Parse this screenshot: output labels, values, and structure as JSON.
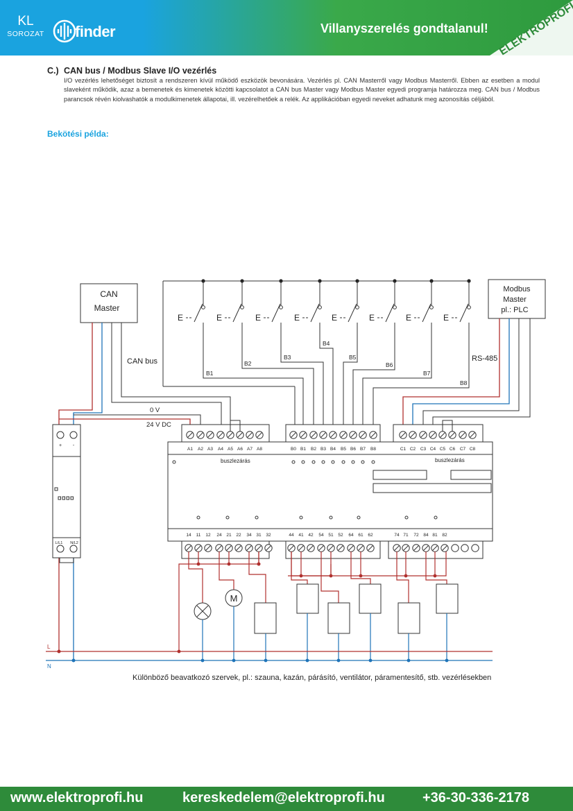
{
  "header": {
    "series_code": "KL",
    "series_label": "SOROZAT",
    "brand": "finder",
    "slogan": "Villanyszerelés gondtalanul!",
    "stamp_text": "ELEKTROPROFI"
  },
  "section": {
    "number": "C.)",
    "title": "CAN bus / Modbus Slave I/O vezérlés",
    "body": "I/O vezérlés lehetőséget biztosít a rendszeren kívül működő eszközök bevonására. Vezérlés pl. CAN Masterről vagy Modbus Masterről. Ebben az esetben a modul slaveként működik, azaz a bemenetek és kimenetek közötti kapcsolatot a CAN bus Master vagy Modbus Master egyedi programja határozza meg. CAN bus / Modbus parancsok révén kiolvashatók a modulkimenetek állapotai, ill. vezérelhetőek a relék. Az applikációban egyedi neveket adhatunk meg azonosítás céljából."
  },
  "example_heading": "Bekötési példa:",
  "diagram": {
    "can_master": [
      "CAN",
      "Master"
    ],
    "modbus_master": [
      "Modbus",
      "Master",
      "pl.: PLC"
    ],
    "can_bus_label": "CAN bus",
    "rs485_label": "RS-485",
    "v0_label": "0 V",
    "v24_label": "24 V DC",
    "switch_symbol": "E",
    "bus_labels": [
      "B1",
      "B2",
      "B3",
      "B4",
      "B5",
      "B6",
      "B7",
      "B8"
    ],
    "a_terminals": [
      "A1",
      "A2",
      "A3",
      "A4",
      "A5",
      "A6",
      "A7",
      "A8"
    ],
    "b_terminals": [
      "B0",
      "B1",
      "B2",
      "B3",
      "B4",
      "B5",
      "B6",
      "B7",
      "B8"
    ],
    "c_terminals": [
      "C1",
      "C2",
      "C3",
      "C4",
      "C5",
      "C6",
      "C7",
      "C8"
    ],
    "termination_label": "buszlezárás",
    "out_group1": [
      "14",
      "11",
      "12",
      "24",
      "21",
      "22",
      "34",
      "31",
      "32"
    ],
    "out_group2": [
      "44",
      "41",
      "42",
      "54",
      "51",
      "52",
      "64",
      "61",
      "62"
    ],
    "out_group3": [
      "74",
      "71",
      "72",
      "84",
      "81",
      "82"
    ],
    "psu_top": [
      "+",
      "-"
    ],
    "psu_bottom": [
      "L/L1",
      "N/L2"
    ],
    "motor_symbol": "M",
    "line_L": "L",
    "line_N": "N",
    "caption": "Különböző beavatkozó szervek, pl.: szauna, kazán, párásító, ventilátor, páramentesítő, stb. vezérlésekben"
  },
  "footer": {
    "website": "www.elektroprofi.hu",
    "email": "kereskedelem@elektroprofi.hu",
    "phone": "+36-30-336-2178"
  },
  "colors": {
    "blue": "#1aa3df",
    "green": "#2e8b3a",
    "wire_red": "#b0302e",
    "wire_blue": "#1e73b8"
  }
}
